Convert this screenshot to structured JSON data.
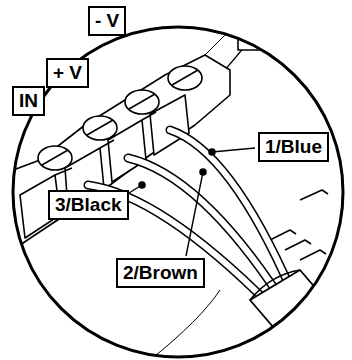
{
  "diagram": {
    "nodes": [
      {
        "text": [
          "IN"
        ]
      },
      {
        "text": [
          "+ V"
        ]
      },
      {
        "text": [
          "- V"
        ]
      },
      {
        "text": [
          "1/Blue"
        ]
      },
      {
        "text": [
          "3/Black"
        ]
      },
      {
        "text": [
          "2/Brown"
        ]
      }
    ]
  }
}
